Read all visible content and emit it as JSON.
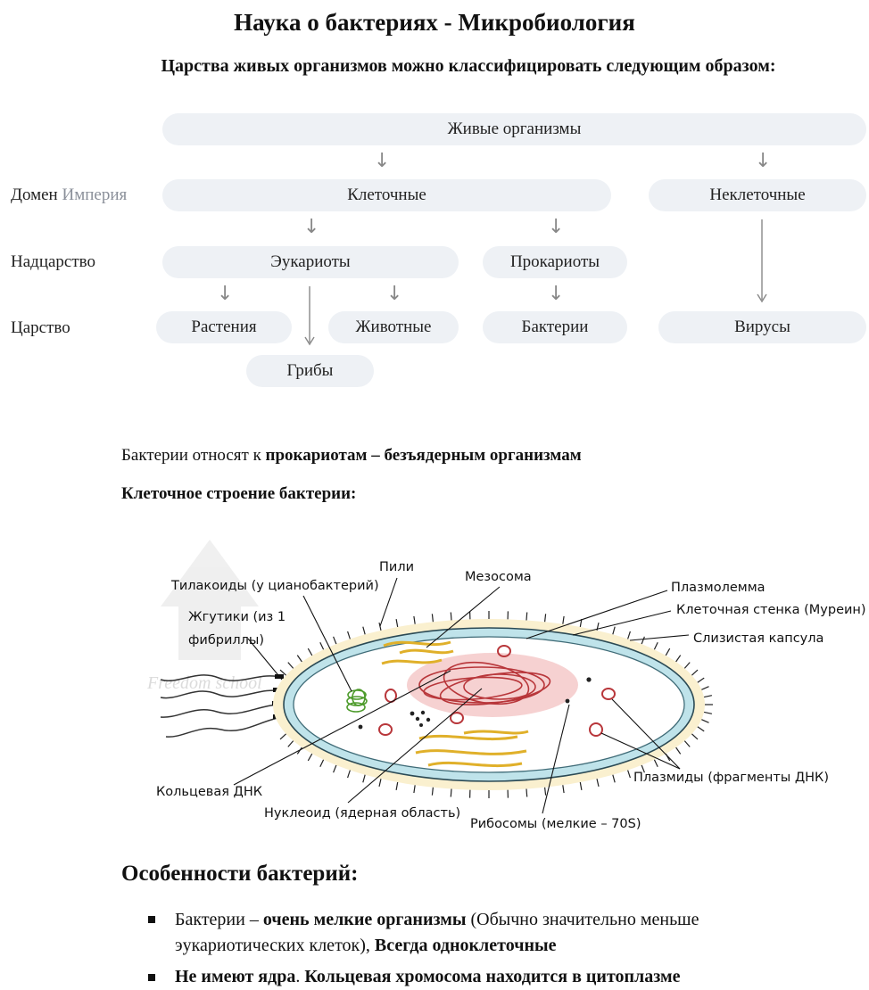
{
  "title": "Наука о бактериях - Микробиология",
  "subtitle": "Царства живых организмов можно классифицировать следующим образом:",
  "tree": {
    "root": "Живые организмы",
    "cellular": "Клеточные",
    "noncellular": "Неклеточные",
    "eukaryotes": "Эукариоты",
    "prokaryotes": "Прокариоты",
    "plants": "Растения",
    "animals": "Животные",
    "fungi": "Грибы",
    "bacteria": "Бактерии",
    "viruses": "Вирусы",
    "row_domain": "Домен",
    "row_domain_alt": "Империя",
    "row_superkingdom": "Надцарство",
    "row_kingdom": "Царство",
    "arrow_glyph": "↓"
  },
  "intro": {
    "prefix": "Бактерии относят к ",
    "bold": "прокариотам – безъядерным организмам"
  },
  "structure_heading": "Клеточное строение бактерии:",
  "diagram": {
    "watermark": "Freedom school",
    "labels": {
      "pili": "Пили",
      "thylakoids": "Тилакоиды (у цианобактерий)",
      "mesosome": "Мезосома",
      "flagella_1": "Жгутики (из 1",
      "flagella_2": "фибриллы)",
      "plasmalemma": "Плазмолемма",
      "cell_wall": "Клеточная стенка (Муреин)",
      "capsule": "Слизистая капсула",
      "ring_dna": "Кольцевая ДНК",
      "nucleoid": "Нуклеоид (ядерная область)",
      "ribosomes": "Рибосомы (мелкие – 70S)",
      "plasmids": "Плазмиды (фрагменты ДНК)"
    }
  },
  "features_heading": "Особенности бактерий:",
  "features": [
    {
      "a": "Бактерии – ",
      "b": "очень мелкие организмы",
      "c": " (Обычно значительно меньше",
      "d": "эукариотических клеток), ",
      "e": "Всегда одноклеточные"
    },
    {
      "a": "Не имеют ядра",
      "b": ". ",
      "c": "Кольцевая хромосома находится в цитоплазме"
    }
  ]
}
